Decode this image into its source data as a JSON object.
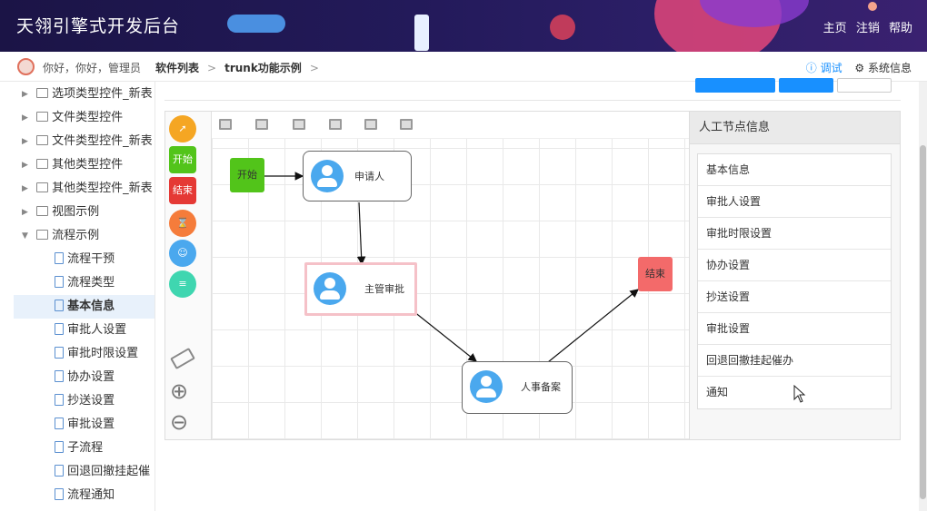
{
  "header": {
    "app_title": "天翎引擎式开发后台",
    "nav": [
      "主页",
      "注销",
      "帮助"
    ]
  },
  "topbar": {
    "greeting": "你好，你好，管理员",
    "breadcrumbs": [
      "软件列表",
      "trunk功能示例"
    ],
    "debug_label": "调试",
    "sysinfo_label": "系统信息"
  },
  "sidebar": {
    "items": [
      {
        "label": "选项类型控件_新表",
        "kind": "folder",
        "expanded": false
      },
      {
        "label": "文件类型控件",
        "kind": "folder",
        "expanded": false
      },
      {
        "label": "文件类型控件_新表",
        "kind": "folder",
        "expanded": false
      },
      {
        "label": "其他类型控件",
        "kind": "folder",
        "expanded": false
      },
      {
        "label": "其他类型控件_新表",
        "kind": "folder",
        "expanded": false
      },
      {
        "label": "视图示例",
        "kind": "folder",
        "expanded": false
      },
      {
        "label": "流程示例",
        "kind": "folder",
        "expanded": true
      },
      {
        "label": "流程干预",
        "kind": "doc"
      },
      {
        "label": "流程类型",
        "kind": "doc"
      },
      {
        "label": "基本信息",
        "kind": "doc",
        "selected": true
      },
      {
        "label": "审批人设置",
        "kind": "doc"
      },
      {
        "label": "审批时限设置",
        "kind": "doc"
      },
      {
        "label": "协办设置",
        "kind": "doc"
      },
      {
        "label": "抄送设置",
        "kind": "doc"
      },
      {
        "label": "审批设置",
        "kind": "doc"
      },
      {
        "label": "子流程",
        "kind": "doc"
      },
      {
        "label": "回退回撤挂起催",
        "kind": "doc"
      },
      {
        "label": "流程通知",
        "kind": "doc"
      }
    ]
  },
  "palette": {
    "start_label": "开始",
    "end_label": "结束"
  },
  "diagram": {
    "start_label": "开始",
    "end_label": "结束",
    "tasks": [
      "申请人",
      "主管审批",
      "人事备案"
    ]
  },
  "right_panel": {
    "title": "人工节点信息",
    "items": [
      "基本信息",
      "审批人设置",
      "审批时限设置",
      "协办设置",
      "抄送设置",
      "审批设置",
      "回退回撤挂起催办",
      "通知"
    ]
  },
  "colors": {
    "header_bg": "#1b1446",
    "accent_blue": "#1890ff",
    "start_green": "#52c41a",
    "end_red": "#f36a6a",
    "person_blue": "#4aa8ee",
    "pal_orange": "#f5a623",
    "pal_red": "#e53935",
    "pal_hourglass": "#f57c3b",
    "pal_teal": "#3fd6b0"
  }
}
